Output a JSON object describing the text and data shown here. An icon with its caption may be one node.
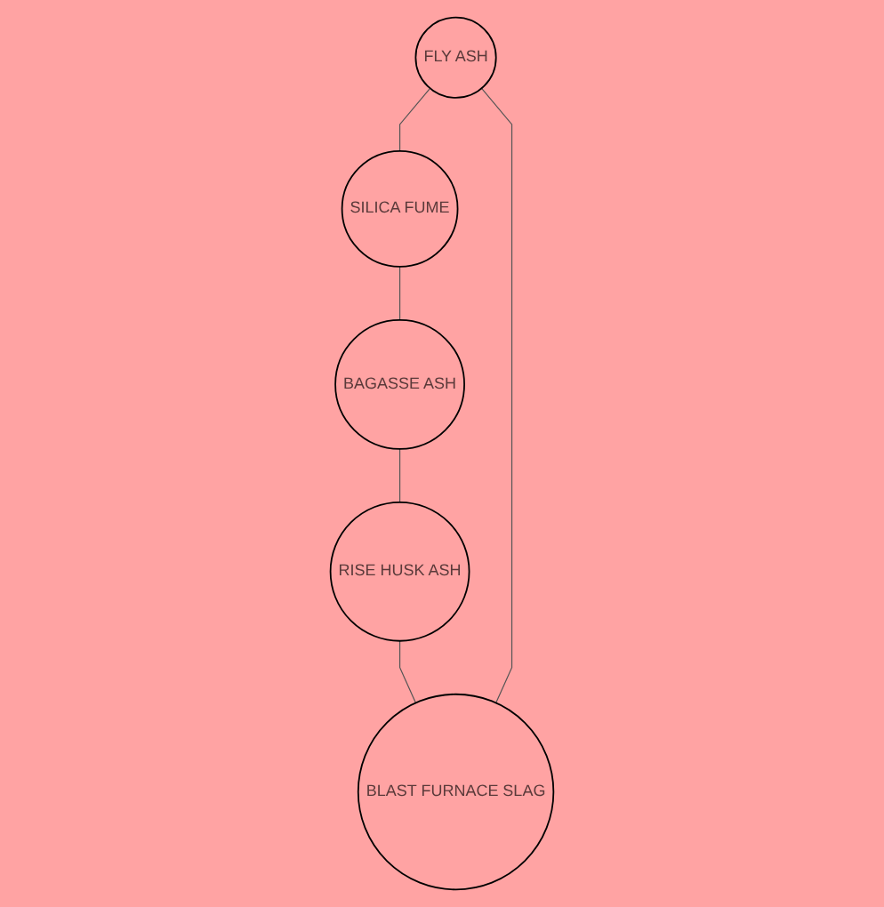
{
  "diagram": {
    "nodes": [
      {
        "text": [
          "FLY ASH"
        ]
      },
      {
        "text": [
          "SILICA FUME"
        ]
      },
      {
        "text": [
          "BAGASSE ASH"
        ]
      },
      {
        "text": [
          "RISE HUSK ASH"
        ]
      },
      {
        "text": [
          "BLAST FURNACE SLAG"
        ]
      }
    ],
    "edges": [
      {
        "from": 0,
        "to": 1,
        "arrow": "none"
      },
      {
        "from": 1,
        "to": 2,
        "arrow": "none"
      },
      {
        "from": 2,
        "to": 3,
        "arrow": "none"
      },
      {
        "from": 3,
        "to": 4,
        "arrow": "none"
      },
      {
        "from": 4,
        "to": 0,
        "arrow": "none"
      }
    ]
  }
}
